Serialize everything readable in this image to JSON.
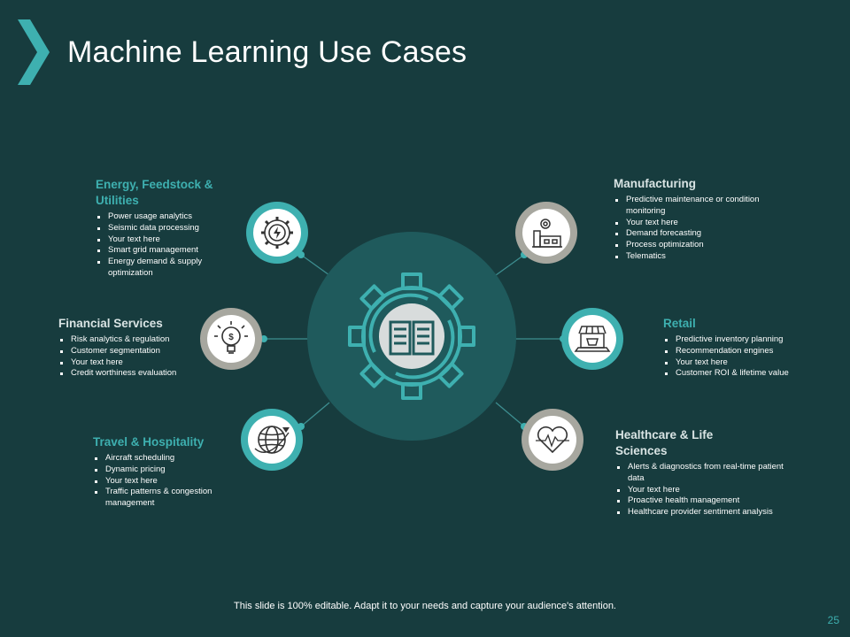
{
  "slide": {
    "title": "Machine Learning Use Cases",
    "footer": "This slide is 100% editable. Adapt it to your needs and capture your audience's attention.",
    "page_number": "25"
  },
  "colors": {
    "background": "#173c3e",
    "accent_teal": "#3eb0b0",
    "accent_gray": "#a7a79f",
    "hub": "#1f5a5c"
  },
  "center": {
    "icon": "book-gear-icon"
  },
  "use_cases": [
    {
      "title": "Energy, Feedstock & Utilities",
      "icon": "energy-gear-icon",
      "items": [
        "Power usage analytics",
        "Seismic data processing",
        "Your text here",
        "Smart grid management",
        "Energy demand & supply optimization"
      ]
    },
    {
      "title": "Financial Services",
      "icon": "finance-bulb-icon",
      "items": [
        "Risk analytics & regulation",
        "Customer segmentation",
        "Your text here",
        "Credit worthiness evaluation"
      ]
    },
    {
      "title": "Travel & Hospitality",
      "icon": "globe-plane-icon",
      "items": [
        "Aircraft scheduling",
        "Dynamic pricing",
        "Your text here",
        "Traffic patterns & congestion management"
      ]
    },
    {
      "title": "Manufacturing",
      "icon": "factory-gear-icon",
      "items": [
        "Predictive maintenance or condition monitoring",
        "Your text here",
        "Demand forecasting",
        "Process optimization",
        "Telematics"
      ]
    },
    {
      "title": "Retail",
      "icon": "shop-laptop-icon",
      "items": [
        "Predictive inventory planning",
        "Recommendation engines",
        "Your text here",
        "Customer ROI & lifetime value"
      ]
    },
    {
      "title": "Healthcare & Life Sciences",
      "icon": "heart-pulse-icon",
      "items": [
        "Alerts & diagnostics from real-time patient data",
        "Your text here",
        "Proactive health management",
        "Healthcare provider sentiment analysis"
      ]
    }
  ]
}
